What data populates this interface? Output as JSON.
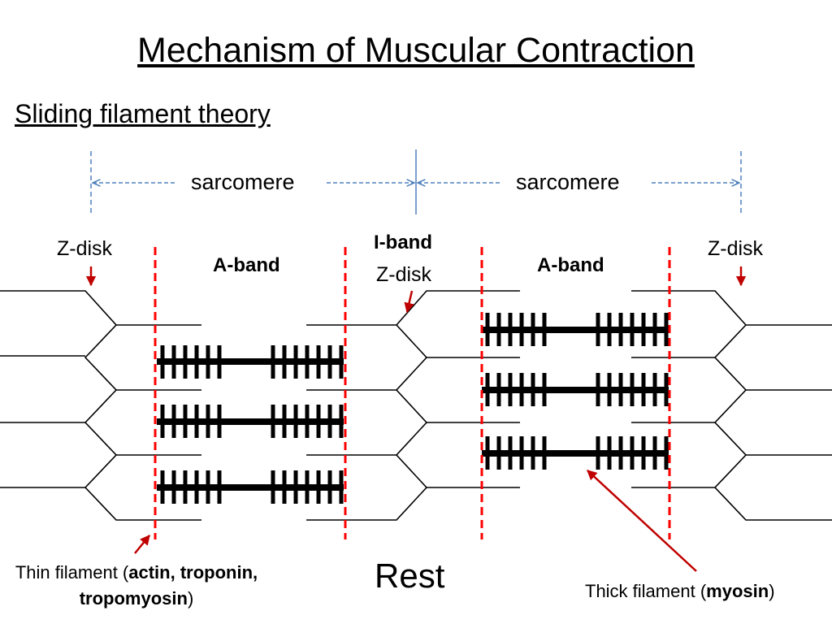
{
  "title": "Mechanism of Muscular Contraction",
  "subtitle": "Sliding filament theory",
  "labels": {
    "sarcomere_left": "sarcomere",
    "sarcomere_right": "sarcomere",
    "zdisk_left": "Z-disk",
    "zdisk_center": "Z-disk",
    "zdisk_right": "Z-disk",
    "iband": "I-band",
    "aband_left": "A-band",
    "aband_right": "A-band",
    "state": "Rest"
  },
  "thin_caption": {
    "prefix": "Thin filament (",
    "bold": "actin, troponin, tropomyosin",
    "suffix": ")"
  },
  "thick_caption": {
    "prefix": "Thick filament (",
    "bold": "myosin",
    "suffix": ")"
  },
  "colors": {
    "filament": "#000000",
    "band_boundary": "#ff0000",
    "pointer_arrow": "#c00000",
    "sarcomere_marker": "#4f81bd"
  }
}
